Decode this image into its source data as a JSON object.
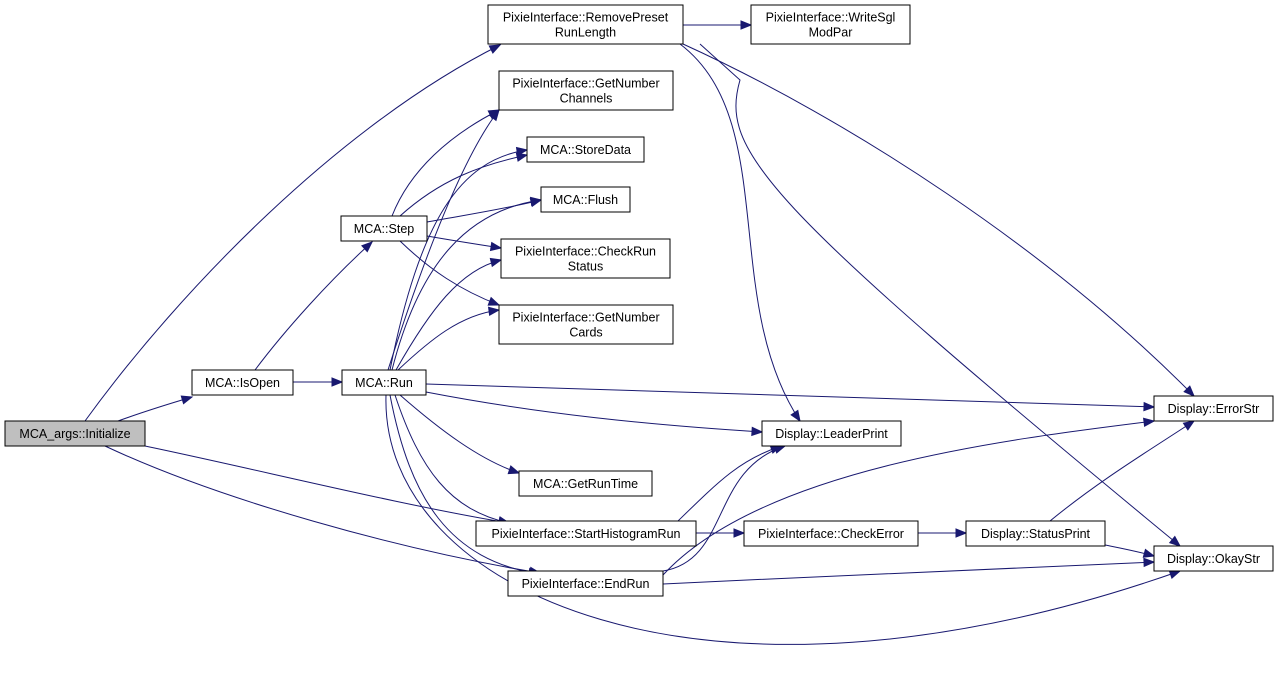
{
  "colors": {
    "edge": "#191970",
    "node_border": "#000000",
    "root_fill": "#bfbfbf",
    "node_fill": "#ffffff"
  },
  "nodes": {
    "initialize": {
      "lines": [
        "MCA_args::Initialize"
      ],
      "root": true
    },
    "isopen": {
      "lines": [
        "MCA::IsOpen"
      ]
    },
    "step": {
      "lines": [
        "MCA::Step"
      ]
    },
    "run": {
      "lines": [
        "MCA::Run"
      ]
    },
    "removepreset": {
      "lines": [
        "PixieInterface::RemovePreset",
        "RunLength"
      ]
    },
    "writesgl": {
      "lines": [
        "PixieInterface::WriteSgl",
        "ModPar"
      ]
    },
    "getnumchannels": {
      "lines": [
        "PixieInterface::GetNumber",
        "Channels"
      ]
    },
    "storedata": {
      "lines": [
        "MCA::StoreData"
      ]
    },
    "flush": {
      "lines": [
        "MCA::Flush"
      ]
    },
    "checkrunstatus": {
      "lines": [
        "PixieInterface::CheckRun",
        "Status"
      ]
    },
    "getnumcards": {
      "lines": [
        "PixieInterface::GetNumber",
        "Cards"
      ]
    },
    "getruntime": {
      "lines": [
        "MCA::GetRunTime"
      ]
    },
    "starthist": {
      "lines": [
        "PixieInterface::StartHistogramRun"
      ]
    },
    "endrun": {
      "lines": [
        "PixieInterface::EndRun"
      ]
    },
    "leaderprint": {
      "lines": [
        "Display::LeaderPrint"
      ]
    },
    "checkerror": {
      "lines": [
        "PixieInterface::CheckError"
      ]
    },
    "statusprint": {
      "lines": [
        "Display::StatusPrint"
      ]
    },
    "errorstr": {
      "lines": [
        "Display::ErrorStr"
      ]
    },
    "okaystr": {
      "lines": [
        "Display::OkayStr"
      ]
    }
  },
  "edges": [
    [
      "initialize",
      "removepreset"
    ],
    [
      "initialize",
      "isopen"
    ],
    [
      "initialize",
      "starthist"
    ],
    [
      "initialize",
      "endrun"
    ],
    [
      "isopen",
      "step"
    ],
    [
      "isopen",
      "run"
    ],
    [
      "removepreset",
      "writesgl"
    ],
    [
      "removepreset",
      "leaderprint"
    ],
    [
      "removepreset",
      "errorstr"
    ],
    [
      "removepreset",
      "okaystr"
    ],
    [
      "step",
      "getnumchannels"
    ],
    [
      "step",
      "storedata"
    ],
    [
      "step",
      "flush"
    ],
    [
      "step",
      "checkrunstatus"
    ],
    [
      "step",
      "getnumcards"
    ],
    [
      "run",
      "getnumchannels"
    ],
    [
      "run",
      "storedata"
    ],
    [
      "run",
      "flush"
    ],
    [
      "run",
      "checkrunstatus"
    ],
    [
      "run",
      "getnumcards"
    ],
    [
      "run",
      "errorstr"
    ],
    [
      "run",
      "leaderprint"
    ],
    [
      "run",
      "getruntime"
    ],
    [
      "run",
      "starthist"
    ],
    [
      "run",
      "endrun"
    ],
    [
      "run",
      "okaystr"
    ],
    [
      "starthist",
      "leaderprint"
    ],
    [
      "starthist",
      "checkerror"
    ],
    [
      "endrun",
      "leaderprint"
    ],
    [
      "endrun",
      "errorstr"
    ],
    [
      "endrun",
      "okaystr"
    ],
    [
      "checkerror",
      "statusprint"
    ],
    [
      "statusprint",
      "errorstr"
    ],
    [
      "statusprint",
      "okaystr"
    ]
  ]
}
